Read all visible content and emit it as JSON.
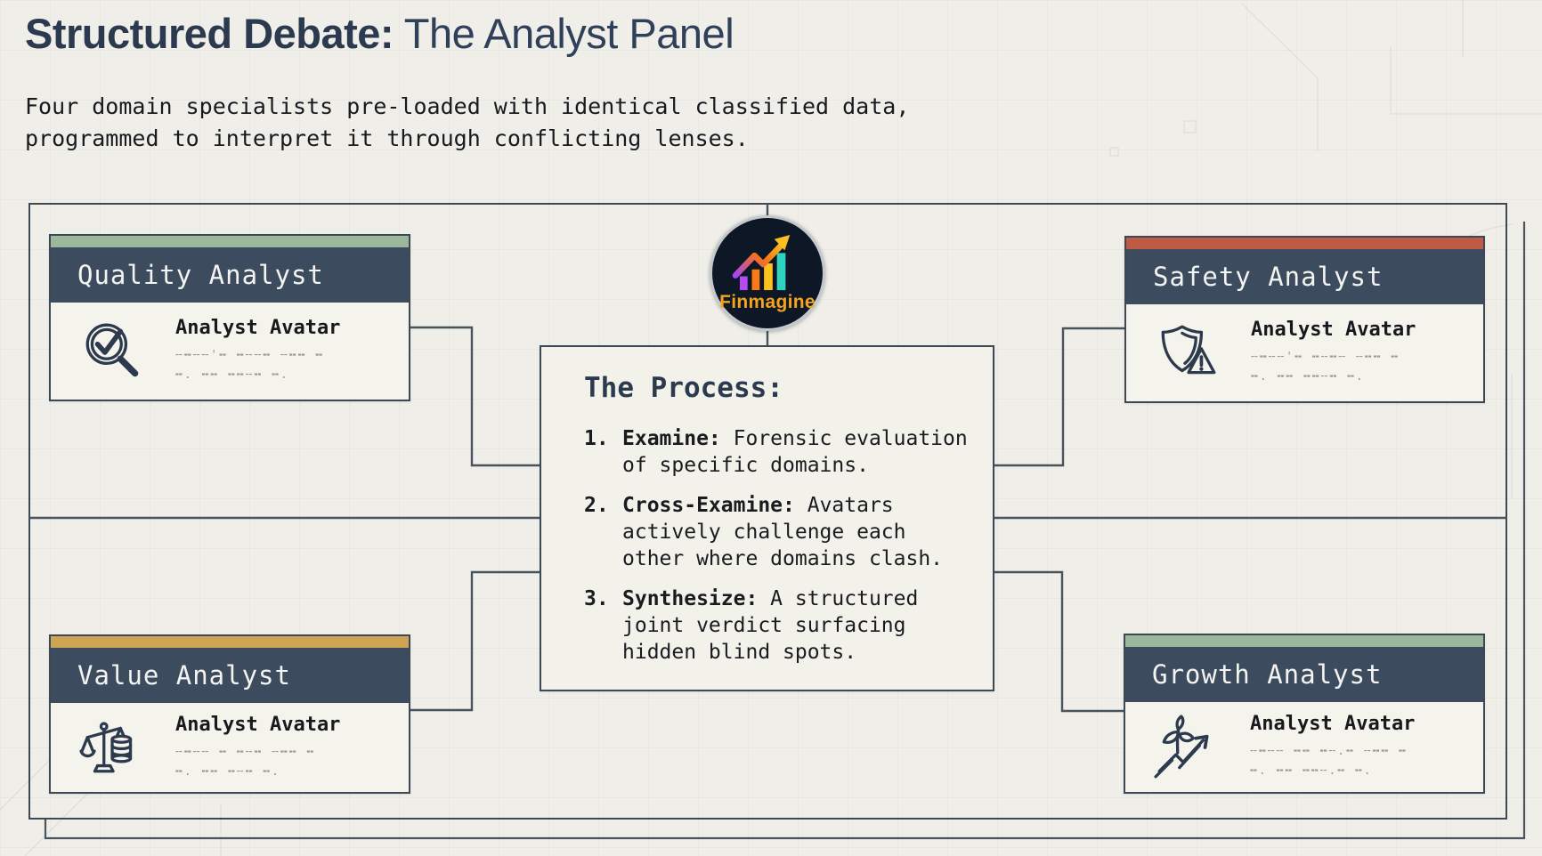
{
  "page": {
    "title_bold": "Structured Debate:",
    "title_light": " The Analyst Panel",
    "subtitle_line1": "Four domain specialists pre-loaded with identical classified data,",
    "subtitle_line2": "programmed to interpret it through conflicting lenses."
  },
  "logo": {
    "brand": "Finmagine",
    "icon": "bar-chart-growth-icon"
  },
  "process": {
    "title": "The Process:",
    "steps": [
      {
        "num": "1.",
        "lead": "Examine:",
        "rest": " Forensic evaluation of specific domains."
      },
      {
        "num": "2.",
        "lead": "Cross-Examine:",
        "rest": " Avatars actively challenge each other where domains clash."
      },
      {
        "num": "3.",
        "lead": "Synthesize:",
        "rest": " A structured joint verdict surfacing hidden blind spots."
      }
    ]
  },
  "analysts": [
    {
      "title": "Quality Analyst",
      "icon": "magnifier-check-icon",
      "strip_color": "#9cb79b",
      "avatar_label": "Analyst Avatar",
      "ph1": "╌╍╌╌'╍ ╍╌╌╍ ╌╍╍ ╍",
      "ph2": "╍. ╍╍ ╍╍╌╍ ╍."
    },
    {
      "title": "Safety Analyst",
      "icon": "shield-alert-icon",
      "strip_color": "#bf5b45",
      "avatar_label": "Analyst Avatar",
      "ph1": "╌╍╌╌'╍ ╍╌╍╌ ╌╍╍ ╍",
      "ph2": "╍. ╍╍ ╍╍╌╍ ╍."
    },
    {
      "title": "Value Analyst",
      "icon": "balance-scale-coins-icon",
      "strip_color": "#cfa455",
      "avatar_label": "Analyst Avatar",
      "ph1": "╌╍╌╌ ╍ ╍╌╍ ╌╍╍ ╍",
      "ph2": "╍. ╍╍ ╍╌╍ ╍."
    },
    {
      "title": "Growth Analyst",
      "icon": "sprout-arrow-icon",
      "strip_color": "#9cb79b",
      "avatar_label": "Analyst Avatar",
      "ph1": "╌╍╌╌ ╍╍ ╍╌.╍ ╌╍╍ ╍",
      "ph2": "╍. ╍╍ ╍╍╌.╍ ╍."
    }
  ],
  "colors": {
    "background": "#efeee8",
    "header_navy": "#3c4b5e",
    "line": "#49535d",
    "ink": "#191b1f",
    "title_ink": "#2c3a50",
    "strip_green": "#9cb79b",
    "strip_red": "#bf5b45",
    "strip_gold": "#cfa455",
    "logo_bg": "#0e1726",
    "brand_orange": "#f4a41c",
    "bar_purple": "#b44cf0",
    "bar_orange": "#f97a16",
    "bar_yellow": "#fbc11e",
    "bar_teal": "#2fd4c0"
  }
}
